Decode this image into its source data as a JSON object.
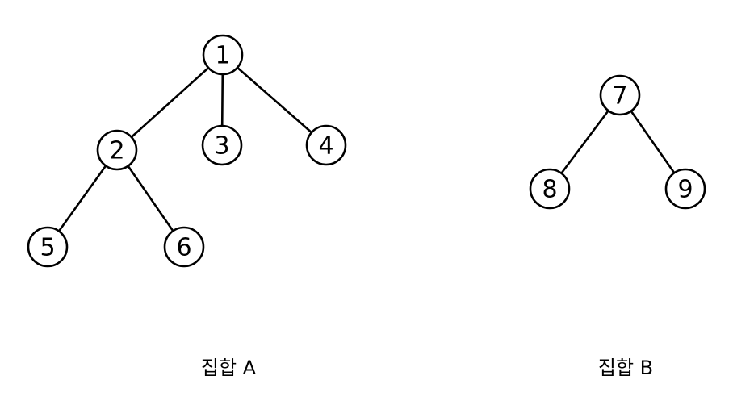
{
  "trees": [
    {
      "id": "set-a",
      "label": "집합 A",
      "nodes": [
        {
          "id": "1",
          "label": "1"
        },
        {
          "id": "2",
          "label": "2"
        },
        {
          "id": "3",
          "label": "3"
        },
        {
          "id": "4",
          "label": "4"
        },
        {
          "id": "5",
          "label": "5"
        },
        {
          "id": "6",
          "label": "6"
        }
      ],
      "edges": [
        {
          "from": "1",
          "to": "2"
        },
        {
          "from": "1",
          "to": "3"
        },
        {
          "from": "1",
          "to": "4"
        },
        {
          "from": "2",
          "to": "5"
        },
        {
          "from": "2",
          "to": "6"
        }
      ]
    },
    {
      "id": "set-b",
      "label": "집합 B",
      "nodes": [
        {
          "id": "7",
          "label": "7"
        },
        {
          "id": "8",
          "label": "8"
        },
        {
          "id": "9",
          "label": "9"
        }
      ],
      "edges": [
        {
          "from": "7",
          "to": "8"
        },
        {
          "from": "7",
          "to": "9"
        }
      ]
    }
  ],
  "style": {
    "line_color": "#000000",
    "node_fill": "#ffffff"
  }
}
